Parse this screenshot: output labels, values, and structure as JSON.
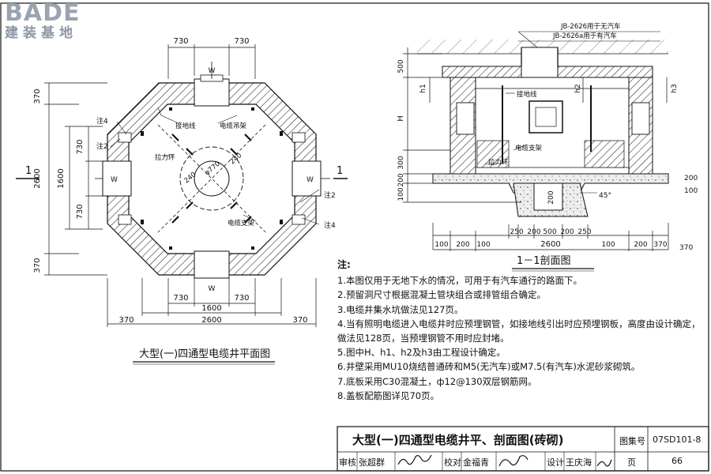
{
  "logo": {
    "brand": "BADE",
    "brand_cn": "建装基地"
  },
  "plan": {
    "title": "大型(一)四通型电缆井平面图",
    "section_mark": "1",
    "dims": {
      "d730": "730",
      "d1600": "1600",
      "d2600": "2600",
      "d370": "370",
      "d240": "240",
      "dphi770": "φ770"
    },
    "labels": {
      "note4": "注4",
      "note2": "注2",
      "grounding": "接地线",
      "hanger": "电缆吊架",
      "pull_ring": "拉力环",
      "bracket": "电缆支架",
      "w": "W"
    }
  },
  "section": {
    "title": "1－1剖面图",
    "jb1": "JB-2626用于无汽车",
    "jb2": "JB-2626a用于有汽车",
    "labels": {
      "grounding": "接地线",
      "bracket": "电缆支架",
      "pull_ring": "拉力环",
      "angle": "45°"
    },
    "vdims": {
      "d500": "500",
      "h1": "h1",
      "h2": "h2",
      "h3": "h3",
      "H": "H",
      "d300": "300",
      "d200": "200",
      "d100": "100",
      "d200b": "200"
    },
    "bottom_dims": [
      "100",
      "200",
      "100",
      "250",
      "200",
      "500",
      "200",
      "250",
      "100",
      "200",
      "370"
    ],
    "total": "2600",
    "right_dims": [
      "370",
      "200",
      "100"
    ]
  },
  "notes": {
    "title": "注:",
    "items": [
      "1.本图仅用于无地下水的情况，可用于有汽车通行的路面下。",
      "2.预留洞尺寸根据混凝土管块组合或排管组合确定。",
      "3.电缆井集水坑做法见127页。",
      "4.当有照明电缆进入电缆井时应预埋钢管，如接地线引出时应预埋钢板，高度由设计确定，",
      "   做法见128页，当预埋钢管不用时应封堵。",
      "5.图中H、h1、h2及h3由工程设计确定。",
      "6.井壁采用MU10烧结普通砖和M5(无汽车)或M7.5(有汽车)水泥砂浆砌筑。",
      "7.底板采用C30混凝土，ф12@130双层钢筋网。",
      "8.盖板配筋图详见70页。"
    ]
  },
  "title_block": {
    "title": "大型(一)四通型电缆井平、剖面图(砖砌)",
    "atlas_label": "图集号",
    "atlas_no": "07SD101-8",
    "review": "审核",
    "reviewer": "张超群",
    "check": "校对",
    "checker": "金福青",
    "design": "设计",
    "designer": "王庆海",
    "page_label": "页",
    "page_no": "66"
  }
}
